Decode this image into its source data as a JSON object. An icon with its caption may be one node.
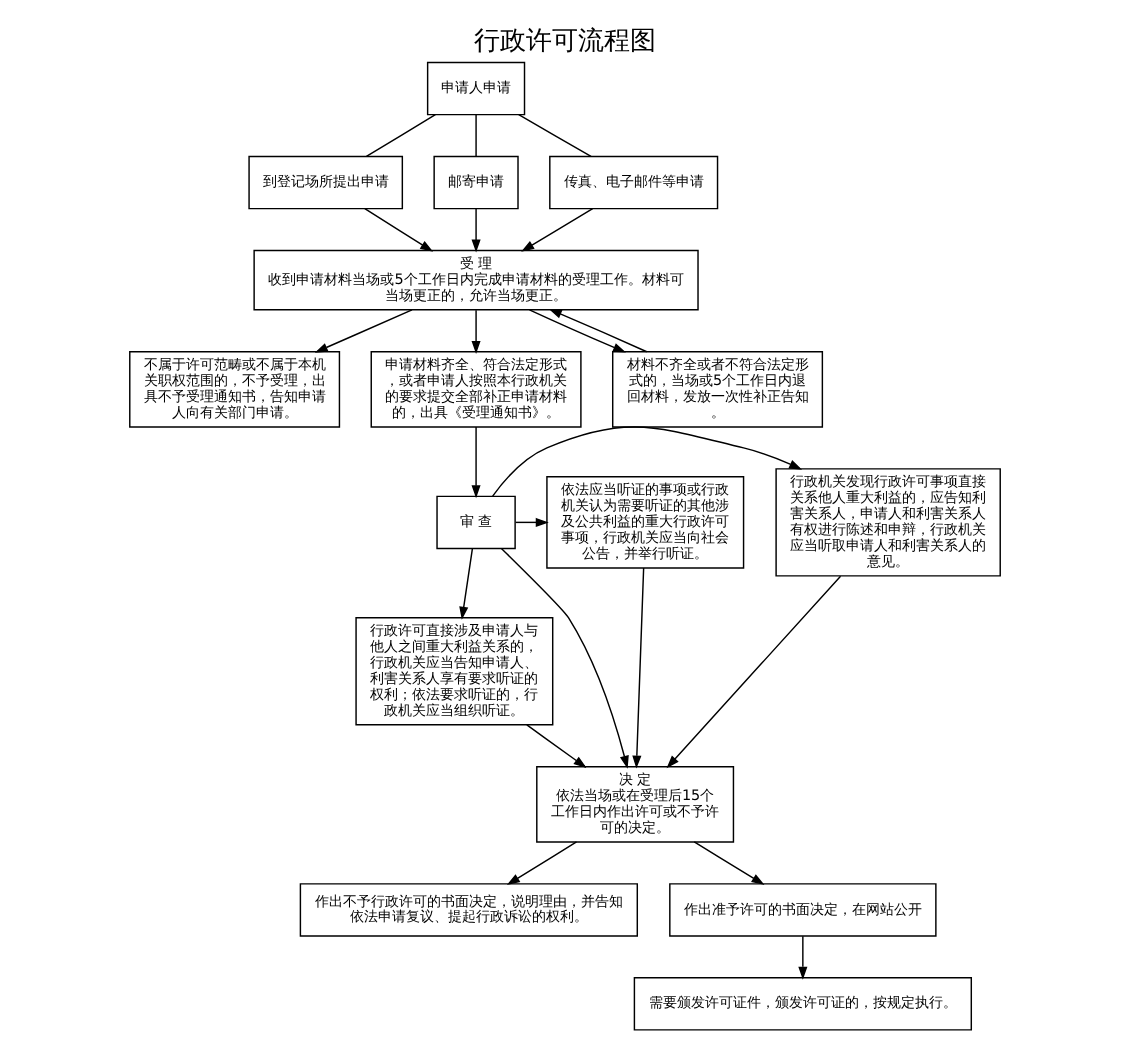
{
  "diagram": {
    "title": "行政许可流程图",
    "nodes": [
      {
        "text": [
          "申请人申请"
        ]
      },
      {
        "text": [
          "到登记场所提出申请"
        ]
      },
      {
        "text": [
          "邮寄申请"
        ]
      },
      {
        "text": [
          "传真、电子邮件等申请"
        ]
      },
      {
        "text": [
          "受 理",
          "收到申请材料当场或5个工作日内完成申请材料的受理工作。材料可当场更正的，允许当场更正。"
        ]
      },
      {
        "text": [
          "不属于许可范畴或不属于本机关职权范围的，不予受理，出具不予受理通知书，告知申请人向有关部门申请。"
        ]
      },
      {
        "text": [
          "申请材料齐全、符合法定形式，或者申请人按照本行政机关的要求提交全部补正申请材料的，出具《受理通知书》。"
        ]
      },
      {
        "text": [
          "材料不齐全或者不符合法定形式的，当场或5个工作日内退回材料，发放一次性补正告知。"
        ]
      },
      {
        "text": [
          "审 查"
        ]
      },
      {
        "text": [
          "行政机关发现行政许可事项直接关系他人重大利益的，应告知利害关系人，申请人和利害关系人有权进行陈述和申辩，行政机关应当听取申请人和利害关系人的意见。"
        ]
      },
      {
        "text": [
          "依法应当听证的事项或行政机关认为需要听证的其他涉及公共利益的重大行政许可事项，行政机关应当向社会公告，并举行听证。"
        ]
      },
      {
        "text": [
          "行政许可直接涉及申请人与他人之间重大利益关系的，行政机关应当告知申请人、利害关系人享有要求听证的权利；依法要求听证的，行政机关应当组织听证。"
        ]
      },
      {
        "text": [
          "决 定",
          "依法当场或在受理后15个工作日内作出许可或不予许可的决定。"
        ]
      },
      {
        "text": [
          "作出不予行政许可的书面决定，说明理由，并告知依法申请复议、提起行政诉讼的权利。"
        ]
      },
      {
        "text": [
          "作出准予许可的书面决定，在网站公开"
        ]
      },
      {
        "text": [
          "需要颁发许可证件，颁发许可证的，按规定执行。"
        ]
      }
    ],
    "edges": [
      {
        "from": 0,
        "to": 1,
        "arrow": "none"
      },
      {
        "from": 0,
        "to": 2,
        "arrow": "none"
      },
      {
        "from": 0,
        "to": 3,
        "arrow": "none"
      },
      {
        "from": 1,
        "to": 4,
        "arrow": "to"
      },
      {
        "from": 2,
        "to": 4,
        "arrow": "to"
      },
      {
        "from": 3,
        "to": 4,
        "arrow": "to"
      },
      {
        "from": 4,
        "to": 5,
        "arrow": "to"
      },
      {
        "from": 4,
        "to": 6,
        "arrow": "to"
      },
      {
        "from": 4,
        "to": 7,
        "arrow": "to"
      },
      {
        "from": 7,
        "to": 4,
        "arrow": "to"
      },
      {
        "from": 6,
        "to": 8,
        "arrow": "to"
      },
      {
        "from": 8,
        "to": 9,
        "arrow": "to"
      },
      {
        "from": 8,
        "to": 10,
        "arrow": "to"
      },
      {
        "from": 8,
        "to": 11,
        "arrow": "to"
      },
      {
        "from": 8,
        "to": 12,
        "arrow": "to"
      },
      {
        "from": 9,
        "to": 12,
        "arrow": "to"
      },
      {
        "from": 10,
        "to": 12,
        "arrow": "to"
      },
      {
        "from": 11,
        "to": 12,
        "arrow": "to"
      },
      {
        "from": 12,
        "to": 13,
        "arrow": "to"
      },
      {
        "from": 12,
        "to": 14,
        "arrow": "to"
      },
      {
        "from": 14,
        "to": 15,
        "arrow": "to"
      }
    ]
  }
}
